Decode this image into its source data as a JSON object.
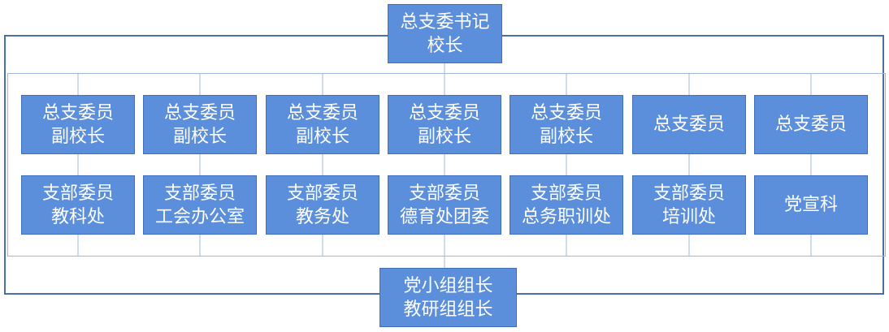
{
  "top": {
    "lines": [
      "总支委书记",
      "校长"
    ]
  },
  "bottom": {
    "lines": [
      "党小组组长",
      "教研组组长"
    ]
  },
  "columns": [
    {
      "upper": [
        "总支委员",
        "副校长"
      ],
      "lower": [
        "支部委员",
        "教科处"
      ]
    },
    {
      "upper": [
        "总支委员",
        "副校长"
      ],
      "lower": [
        "支部委员",
        "工会办公室"
      ]
    },
    {
      "upper": [
        "总支委员",
        "副校长"
      ],
      "lower": [
        "支部委员",
        "教务处"
      ]
    },
    {
      "upper": [
        "总支委员",
        "副校长"
      ],
      "lower": [
        "支部委员",
        "德育处团委"
      ]
    },
    {
      "upper": [
        "总支委员",
        "副校长"
      ],
      "lower": [
        "支部委员",
        "总务职训处"
      ]
    },
    {
      "upper": [
        "总支委员"
      ],
      "lower": [
        "支部委员",
        "培训处"
      ]
    },
    {
      "upper": [
        "总支委员"
      ],
      "lower": [
        "党宣科"
      ]
    }
  ],
  "colors": {
    "node_fill": "#5b8fdc",
    "node_border": "#3f6fb8",
    "outer_frame": "#4a6fa5",
    "connector": "#9fb7dc"
  }
}
